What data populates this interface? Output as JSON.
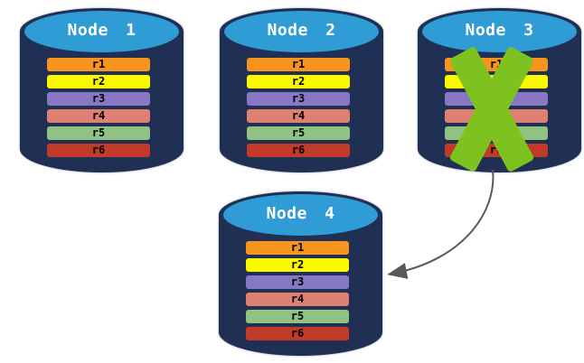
{
  "colors": {
    "background": "#FFFFFF",
    "cylinder_body": "#1F3054",
    "cylinder_top": "#2F9CD6",
    "node_title_text": "#FFFFFF",
    "row_label_text": "#000000",
    "failure_x": "#7DC21E",
    "arrow": "#595959"
  },
  "nodes": [
    {
      "label": "Node 1",
      "has_x_mark": false,
      "rows": [
        {
          "label": "r1",
          "color": "#F7941D"
        },
        {
          "label": "r2",
          "color": "#FCF800"
        },
        {
          "label": "r3",
          "color": "#8878C4"
        },
        {
          "label": "r4",
          "color": "#DE8072"
        },
        {
          "label": "r5",
          "color": "#8FC283"
        },
        {
          "label": "r6",
          "color": "#C23B28"
        }
      ]
    },
    {
      "label": "Node 2",
      "has_x_mark": false,
      "rows": [
        {
          "label": "r1",
          "color": "#F7941D"
        },
        {
          "label": "r2",
          "color": "#FCF800"
        },
        {
          "label": "r3",
          "color": "#8878C4"
        },
        {
          "label": "r4",
          "color": "#DE8072"
        },
        {
          "label": "r5",
          "color": "#8FC283"
        },
        {
          "label": "r6",
          "color": "#C23B28"
        }
      ]
    },
    {
      "label": "Node 3",
      "has_x_mark": true,
      "rows": [
        {
          "label": "r1",
          "color": "#F7941D"
        },
        {
          "label": "r2",
          "color": "#FCF800"
        },
        {
          "label": "r3",
          "color": "#8878C4"
        },
        {
          "label": "r4",
          "color": "#DE8072"
        },
        {
          "label": "r5",
          "color": "#8FC283"
        },
        {
          "label": "r6",
          "color": "#C23B28"
        }
      ]
    },
    {
      "label": "Node 4",
      "has_x_mark": false,
      "rows": [
        {
          "label": "r1",
          "color": "#F7941D"
        },
        {
          "label": "r2",
          "color": "#FCF800"
        },
        {
          "label": "r3",
          "color": "#8878C4"
        },
        {
          "label": "r4",
          "color": "#DE8072"
        },
        {
          "label": "r5",
          "color": "#8FC283"
        },
        {
          "label": "r6",
          "color": "#C23B28"
        }
      ]
    }
  ],
  "arrow": {
    "from_node": "Node 3",
    "to_node": "Node 4"
  }
}
